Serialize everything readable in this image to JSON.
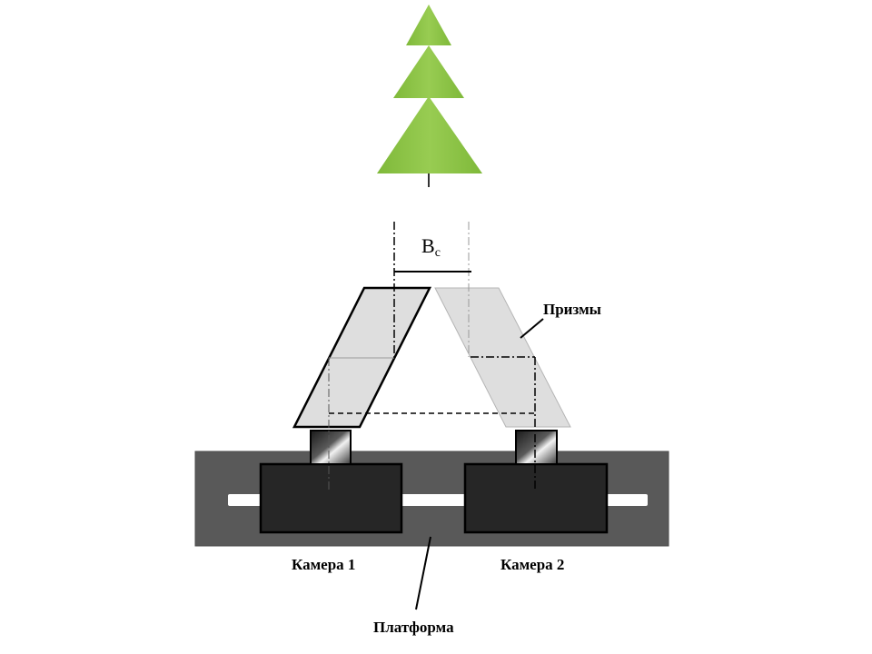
{
  "labels": {
    "base_main": "B",
    "base_sub": "c",
    "prisms": "Призмы",
    "camera1": "Камера 1",
    "camera2": "Камера 2",
    "platform": "Платформа"
  },
  "colors": {
    "tree": "#8dc63f",
    "platform": "#595959",
    "camera": "#262626",
    "prism_fill": "#dedede",
    "slot": "#ffffff"
  }
}
